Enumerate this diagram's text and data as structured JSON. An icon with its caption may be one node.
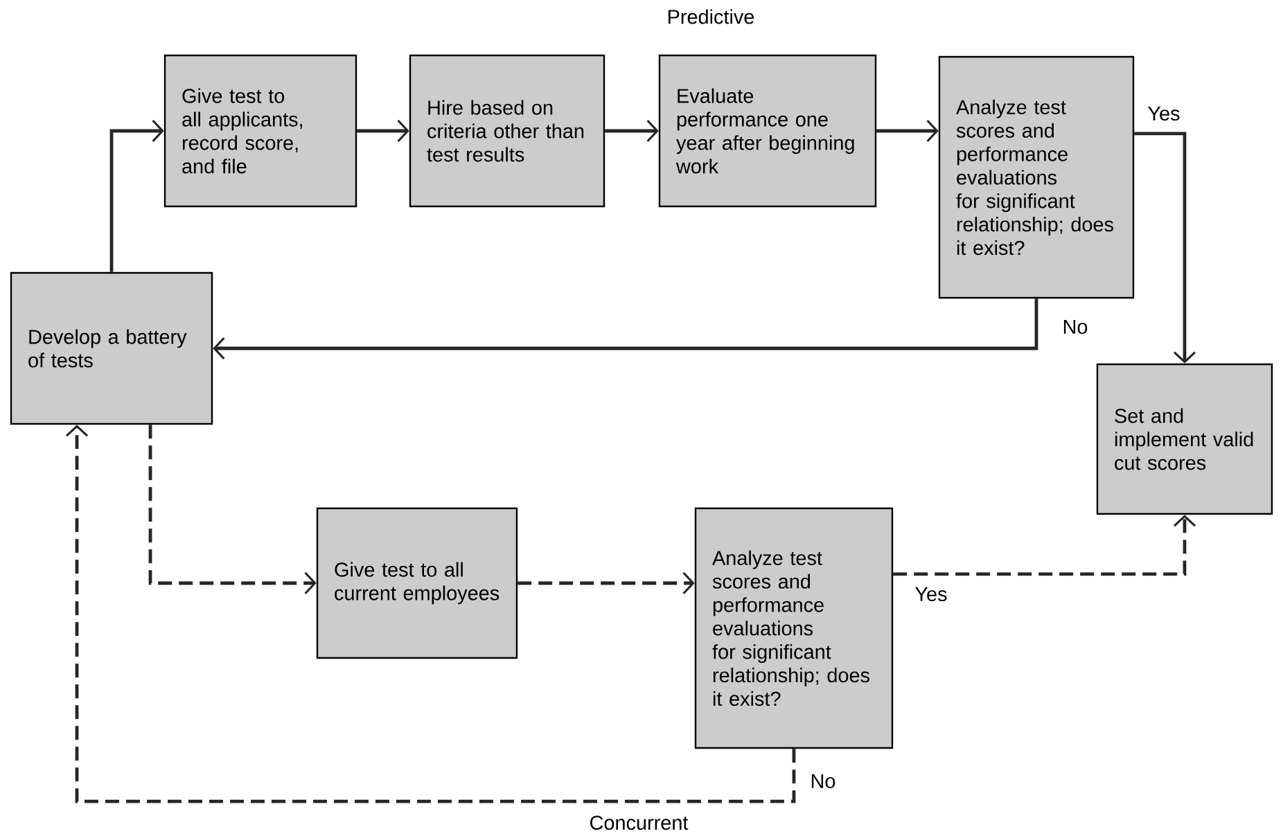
{
  "diagram": {
    "nodes": [
      {
        "text": [
          "Develop a battery of tests"
        ]
      },
      {
        "text": [
          "Give test to all applicants, record score, and file"
        ]
      },
      {
        "text": [
          "Hire based on criteria other than test results"
        ]
      },
      {
        "text": [
          "Evaluate performance one year after beginning work"
        ]
      },
      {
        "text": [
          "Analyze test scores and performance evaluations for significant relationship; does it exist?"
        ]
      },
      {
        "text": [
          "Set and implement valid cut scores"
        ]
      },
      {
        "text": [
          "Give test to all current employees"
        ]
      },
      {
        "text": [
          "Analyze test scores and performance evaluations for significant relationship; does it exist?"
        ]
      }
    ],
    "edges": [
      {
        "from": 0,
        "to": 1,
        "arrow": "to"
      },
      {
        "from": 1,
        "to": 2,
        "arrow": "to"
      },
      {
        "from": 2,
        "to": 3,
        "arrow": "to"
      },
      {
        "from": 3,
        "to": 4,
        "arrow": "to"
      },
      {
        "from": 4,
        "to": 5,
        "arrow": "to",
        "label": "Yes"
      },
      {
        "from": 4,
        "to": 0,
        "arrow": "to",
        "label": "No"
      },
      {
        "from": 0,
        "to": 6,
        "arrow": "to",
        "style": "dashed"
      },
      {
        "from": 6,
        "to": 7,
        "arrow": "to",
        "style": "dashed"
      },
      {
        "from": 7,
        "to": 5,
        "arrow": "to",
        "style": "dashed",
        "label": "Yes"
      },
      {
        "from": 7,
        "to": 0,
        "arrow": "to",
        "style": "dashed",
        "label": "No"
      }
    ],
    "labels": [
      "Predictive",
      "Concurrent"
    ]
  }
}
